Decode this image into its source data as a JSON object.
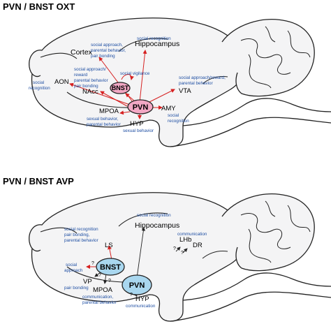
{
  "colors": {
    "oxt_node": "#f2a8c4",
    "avp_node": "#a9d7ef",
    "arrow_red": "#d62020",
    "behavior_text": "#1f4fa3",
    "brain_outline": "#222222",
    "brain_fill": "#f4f4f5"
  },
  "oxt_panel": {
    "title": "PVN / BNST OXT",
    "nodes": {
      "pvn": "PVN",
      "bnst": "BNST"
    },
    "regions": {
      "cortex": "Cortex",
      "hippocampus": "Hippocampus",
      "aon": "AON",
      "nacc": "NAcc",
      "vta": "VTA",
      "amy": "AMY",
      "mpoa": "MPOA",
      "hyp": "HYP"
    },
    "behaviors": {
      "hippocampus": [
        "social recognition"
      ],
      "cortex": [
        "social approach,",
        "parental behavior,",
        "pair bonding"
      ],
      "nacc": [
        "social approach/",
        "reward",
        "parental behavior",
        "pair bonding"
      ],
      "bnst": [
        "social vigilance"
      ],
      "aon": [
        "social",
        "recognition"
      ],
      "vta": [
        "social approach/reward,",
        "parental behavior"
      ],
      "amy": [
        "social",
        "recognition"
      ],
      "mpoa": [
        "sexual behavior,",
        "parental behavior"
      ],
      "hyp": [
        "sexual behavior"
      ]
    }
  },
  "avp_panel": {
    "title": "PVN / BNST AVP",
    "nodes": {
      "bnst": "BNST",
      "pvn": "PVN"
    },
    "regions": {
      "hippocampus": "Hippocampus",
      "ls": "LS",
      "lhb": "LHb",
      "dr": "DR",
      "vp": "VP",
      "mpoa": "MPOA",
      "hyp": "HYP"
    },
    "behaviors": {
      "hippocampus": [
        "social recognition"
      ],
      "lhb_dr": [
        "communication"
      ],
      "ls": [
        "social recognition",
        "pair bonding,",
        "parental behavior"
      ],
      "bnst": [
        "social",
        "approach"
      ],
      "vp": [
        "pair bonding"
      ],
      "mpoa": [
        "communication,",
        "parental behavior"
      ],
      "hyp": [
        "communication"
      ]
    },
    "unknown_marker": "?"
  }
}
